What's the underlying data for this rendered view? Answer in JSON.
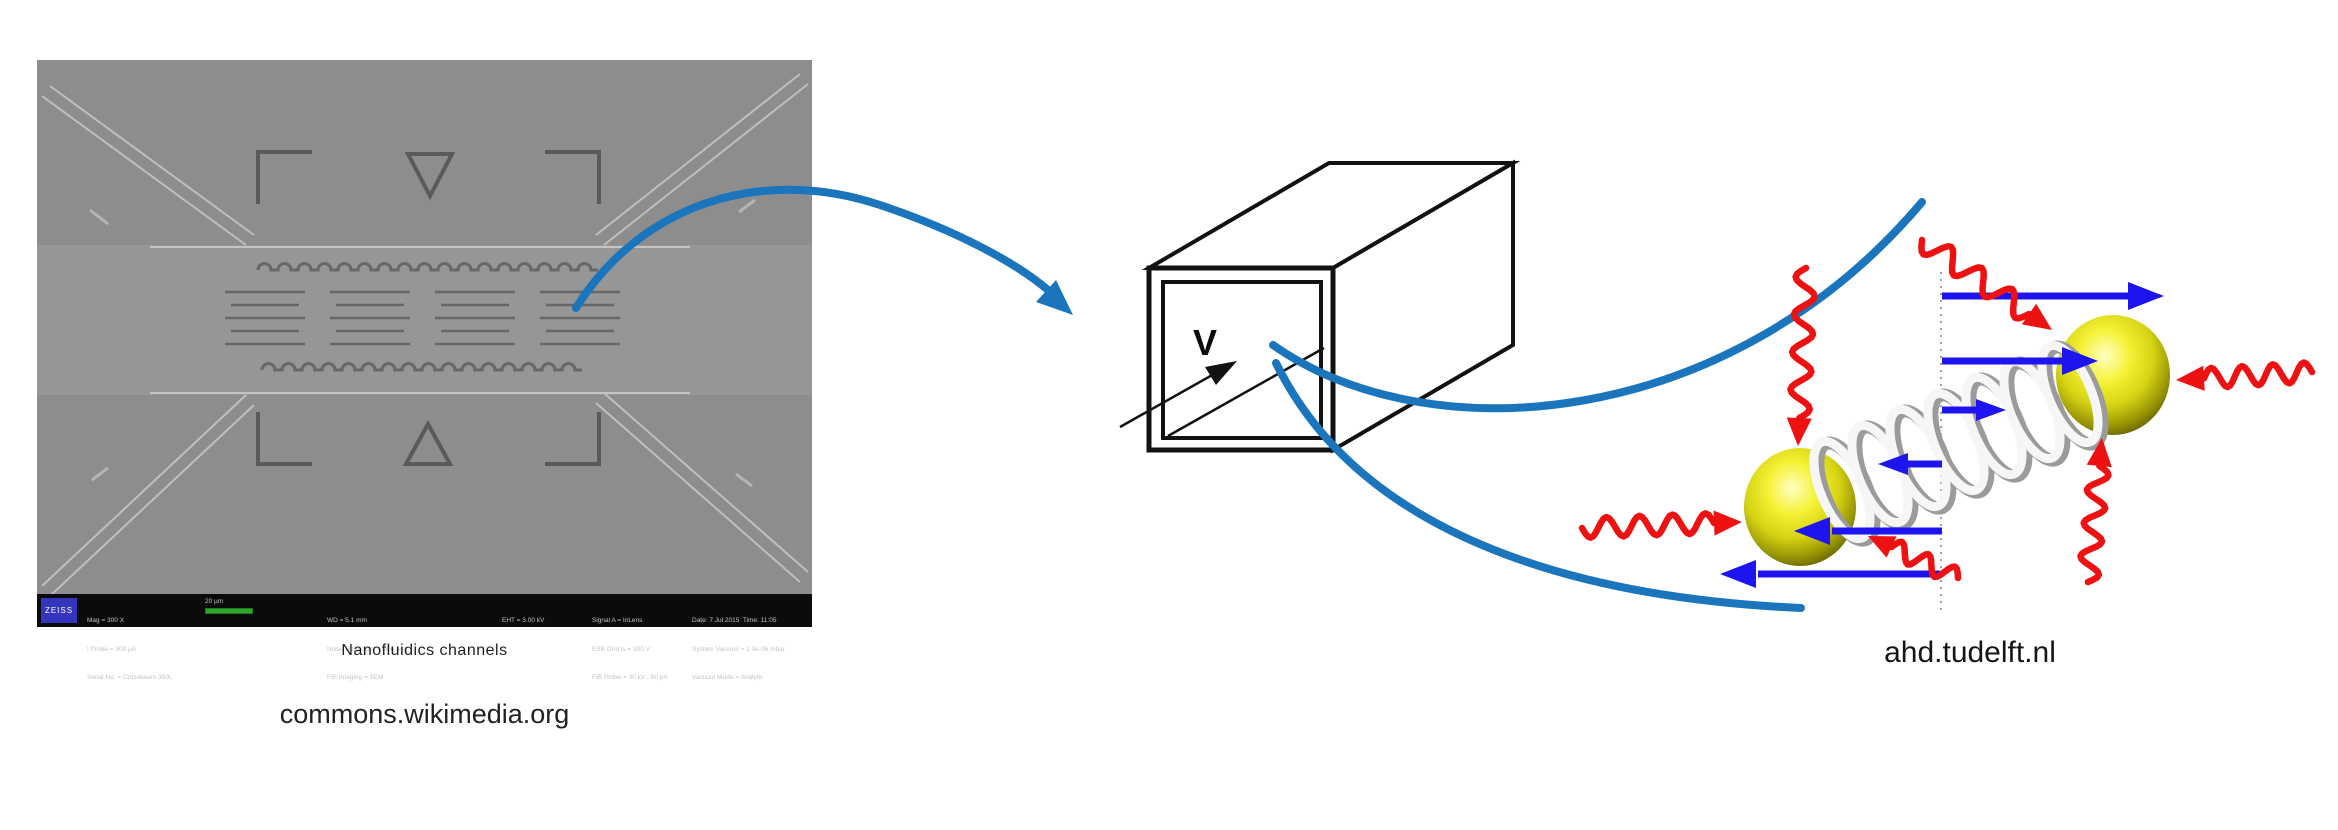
{
  "slide": {
    "background": "#ffffff"
  },
  "sem": {
    "caption": "Nanofluidics channels",
    "credit": "commons.wikimedia.org",
    "infobar": {
      "brand": "ZEISS",
      "scale_label": "20 µm",
      "col1": [
        "Mag = 300 X",
        "I Probe = 300 µA",
        "Serial No. = Crossbeam 350L"
      ],
      "col2": [
        "WD = 5.1 mm",
        "Noise Reduction = Line Avg",
        "FIB Imaging = SEM"
      ],
      "col3": [
        "EHT = 3.00 kV"
      ],
      "col4": [
        "Signal A = InLens",
        "ESB Grid is = 300 V",
        "FIB Probe = 30 kV : 50 pA"
      ],
      "col5": [
        "Date: 7 Jul 2015  Time: 11:05",
        "System Vacuum = 1.3e-06 mbar",
        "Vacuum Mode = Analytic"
      ]
    }
  },
  "channel_box": {
    "velocity_label": "V"
  },
  "molecule": {
    "credit": "ahd.tudelft.nl"
  },
  "colors": {
    "flow_blue": "#1b75bc",
    "vector_blue": "#1d14ef",
    "photon_red": "#ee1111",
    "sphere_yellow": "#e9e41c",
    "sem_gray": "#8d8d8d"
  }
}
